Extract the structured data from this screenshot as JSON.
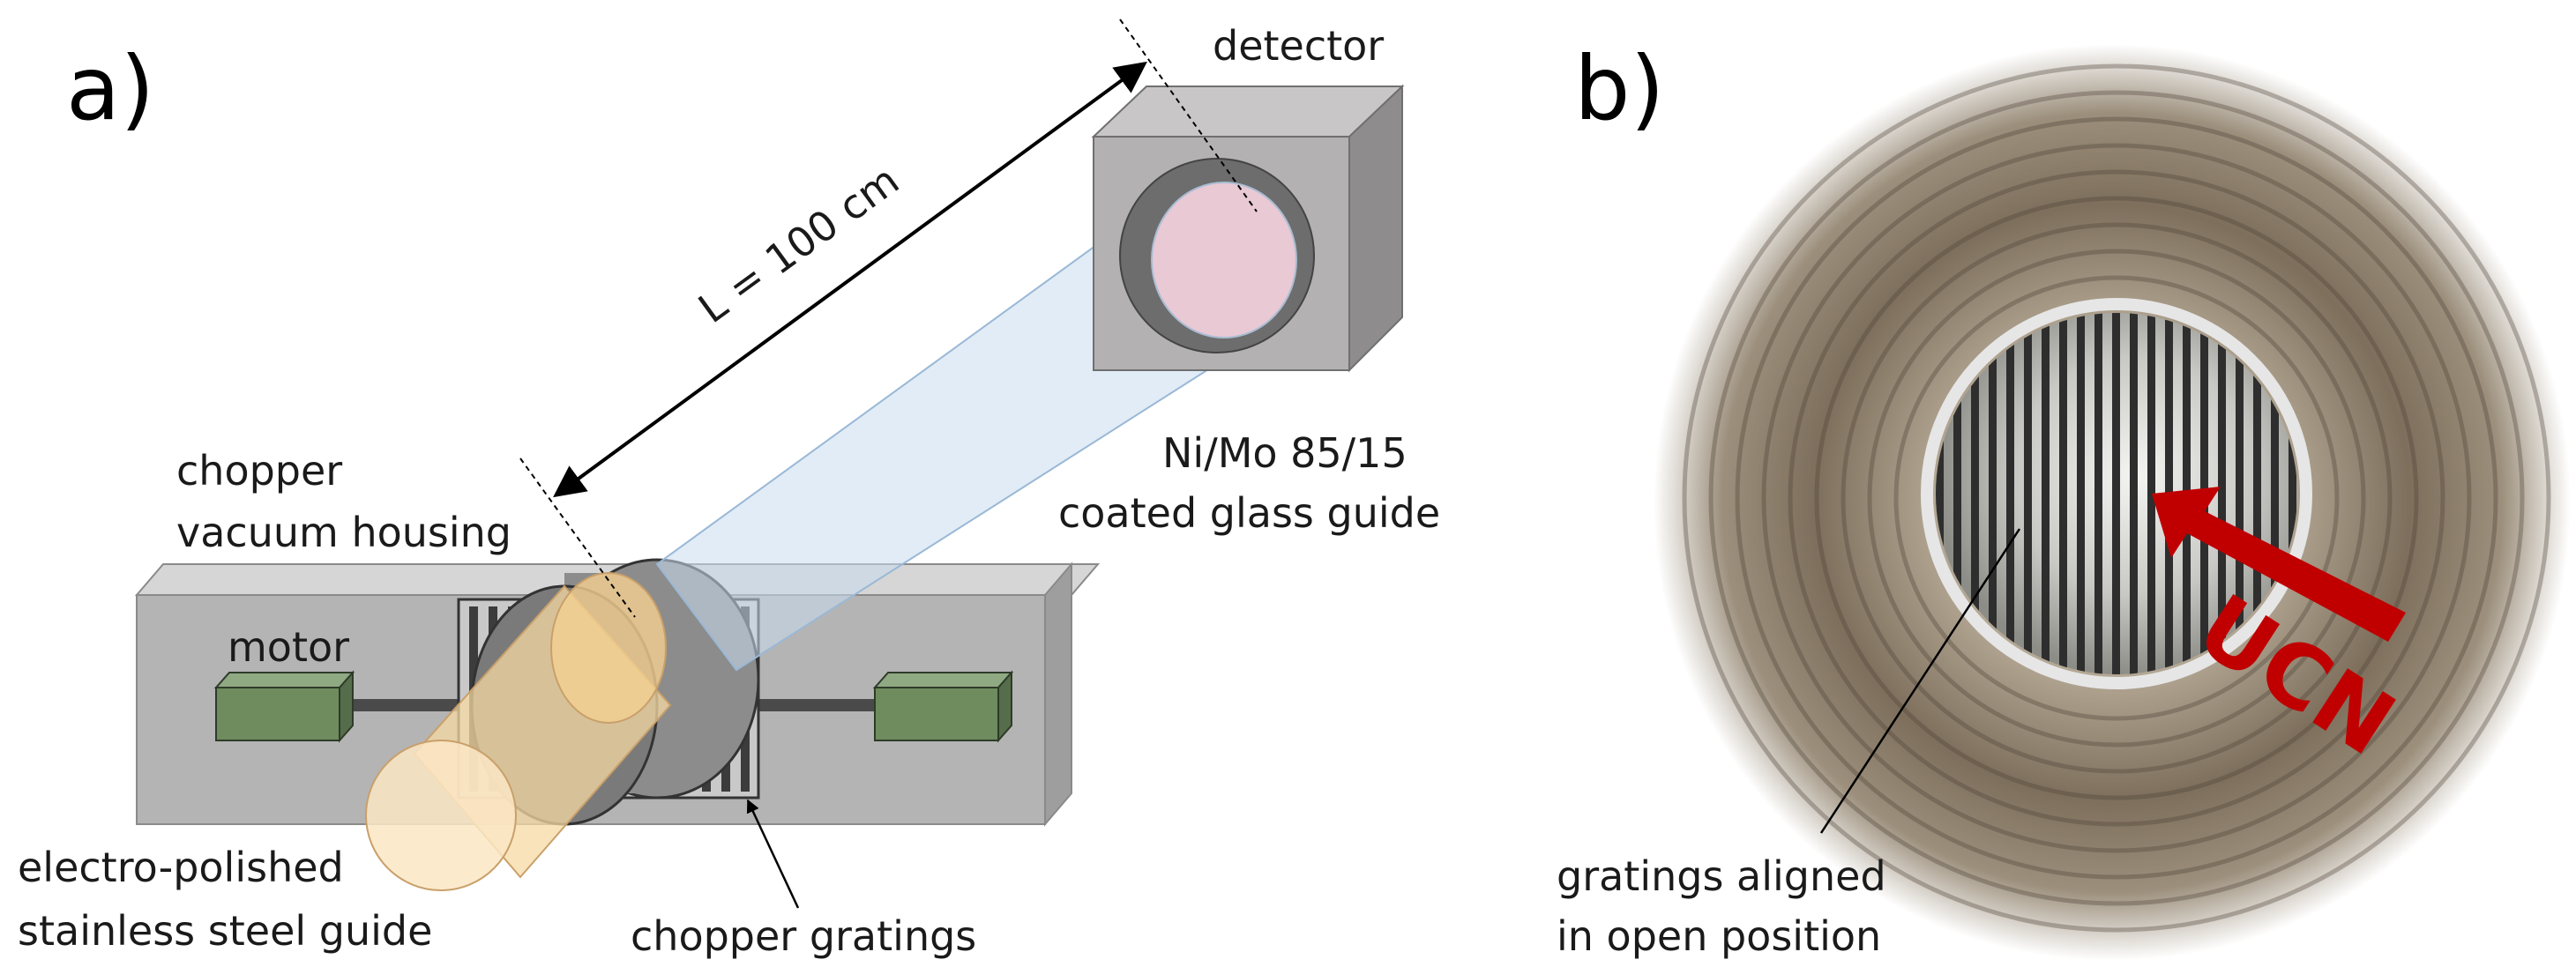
{
  "panel_a": {
    "label": "a)",
    "detector": "detector",
    "distance": "L = 100 cm",
    "chopper_housing": [
      "chopper",
      "vacuum housing"
    ],
    "glass_guide": [
      "Ni/Mo 85/15",
      "coated glass guide"
    ],
    "motor": "motor",
    "steel_guide": [
      "electro-polished",
      "stainless steel guide"
    ],
    "gratings": "chopper gratings"
  },
  "panel_b": {
    "label": "b)",
    "ucn": "UCN",
    "gratings_note": [
      "gratings aligned",
      "in open position"
    ]
  },
  "colors": {
    "housing": "#b8b8b8",
    "motor": "#6e8c5e",
    "glass_beam": "#c9dcef",
    "steel_guide": "#f7d9a4",
    "detector_window": "#e8c9d4",
    "ucn_arrow": "#c00000",
    "photo_metal": "#8a7a66"
  }
}
